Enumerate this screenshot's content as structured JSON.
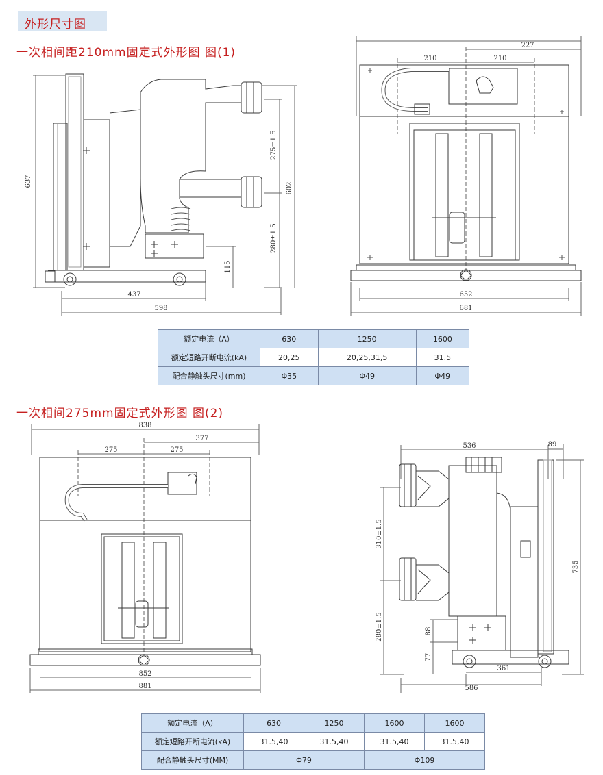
{
  "section_title": "外形尺寸图",
  "figure1": {
    "heading": "一次相间距210mm固定式外形图 图(1)",
    "dims": {
      "h637": "637",
      "d275": "275±1.5",
      "d602": "602",
      "d280": "280±1.5",
      "d115": "115",
      "d437": "437",
      "d598": "598",
      "d227": "227",
      "d210a": "210",
      "d210b": "210",
      "d652": "652",
      "d681": "681"
    }
  },
  "table1": {
    "rows": [
      {
        "label": "额定电流（A）",
        "values": [
          "630",
          "1250",
          "1600"
        ]
      },
      {
        "label": "额定短路开断电流(kA)",
        "values": [
          "20,25",
          "20,25,31,5",
          "31.5"
        ]
      },
      {
        "label": "配合静触头尺寸(mm)",
        "values": [
          "Φ35",
          "Φ49",
          "Φ49"
        ]
      }
    ]
  },
  "figure2": {
    "heading": "一次相间275mm固定式外形图 图(2)",
    "dims": {
      "d838": "838",
      "d377": "377",
      "d275a": "275",
      "d275b": "275",
      "d852": "852",
      "d881": "881",
      "d536": "536",
      "d89": "89",
      "d310": "310±1.5",
      "d735": "735",
      "d280": "280±1.5",
      "d88": "88",
      "d77": "77",
      "d361": "361",
      "d586": "586"
    }
  },
  "table2": {
    "rows": [
      {
        "label": "额定电流（A）",
        "values": [
          "630",
          "1250",
          "1600",
          "1600"
        ]
      },
      {
        "label": "额定短路开断电流(kA)",
        "values": [
          "31.5,40",
          "31.5,40",
          "31.5,40",
          "31.5,40"
        ]
      },
      {
        "label": "配合静触头尺寸(MM)",
        "values": [
          "Φ79",
          "Φ109"
        ]
      }
    ]
  }
}
